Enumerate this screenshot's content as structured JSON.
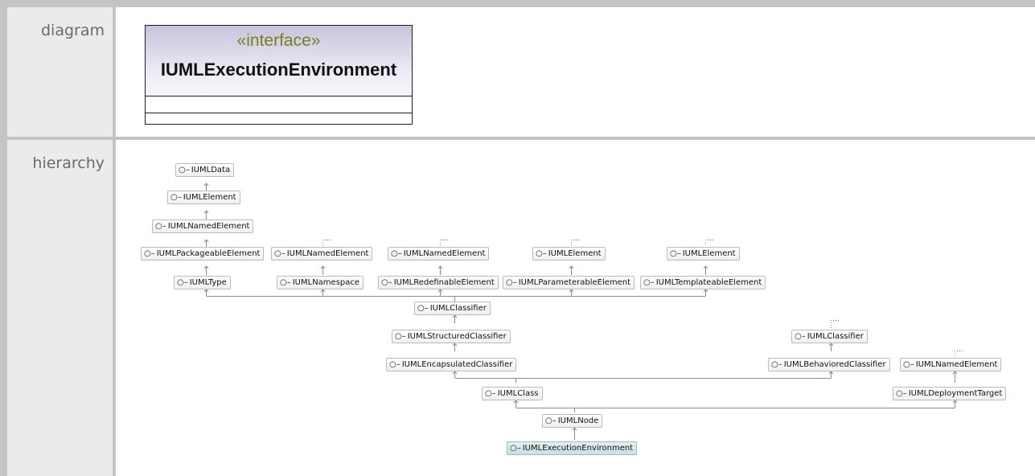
{
  "rows": {
    "diagram_label": "diagram",
    "hierarchy_label": "hierarchy"
  },
  "diagram": {
    "stereotype": "«interface»",
    "name": "IUMLExecutionEnvironment"
  },
  "hierarchy": {
    "interface_icon": "interface-lollipop-icon",
    "ellipsis": "...",
    "nodes": {
      "data": "IUMLData",
      "element": "IUMLElement",
      "named_element": "IUMLNamedElement",
      "packageable_element": "IUMLPackageableElement",
      "named_element_2": "IUMLNamedElement",
      "named_element_3": "IUMLNamedElement",
      "element_2": "IUMLElement",
      "element_3": "IUMLElement",
      "type": "IUMLType",
      "namespace": "IUMLNamespace",
      "redefinable_element": "IUMLRedefinableElement",
      "parameterable_element": "IUMLParameterableElement",
      "templateable_element": "IUMLTemplateableElement",
      "classifier": "IUMLClassifier",
      "structured_classifier": "IUMLStructuredClassifier",
      "classifier_2": "IUMLClassifier",
      "encapsulated_classifier": "IUMLEncapsulatedClassifier",
      "behaviored_classifier": "IUMLBehavioredClassifier",
      "named_element_4": "IUMLNamedElement",
      "class": "IUMLClass",
      "deployment_target": "IUMLDeploymentTarget",
      "node": "IUMLNode",
      "execution_environment": "IUMLExecutionEnvironment"
    }
  }
}
